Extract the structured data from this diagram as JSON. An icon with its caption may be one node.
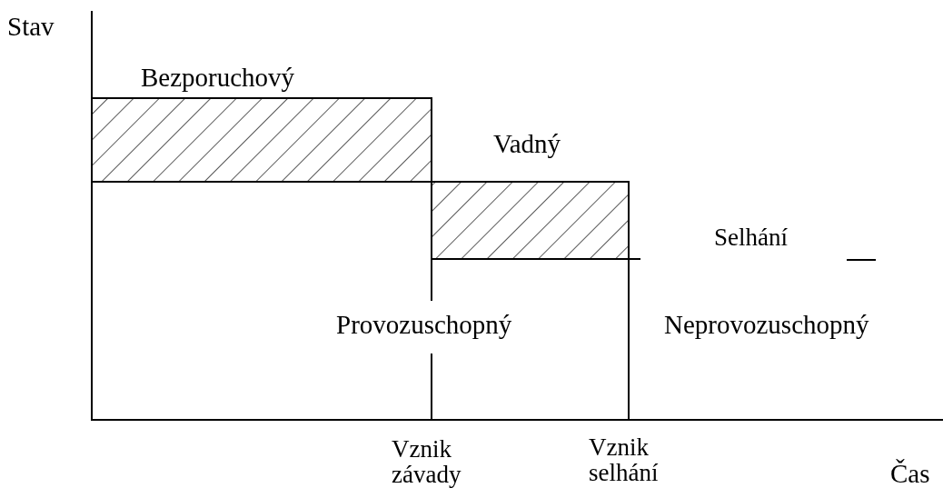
{
  "diagram": {
    "labels": [
      "Stav",
      "Bezporuchový",
      "Vadný",
      "Selhání",
      "Provozuschopný",
      "Neprovozuschopný",
      "Vznik závady",
      "Vznik selhání",
      "Čas"
    ]
  }
}
